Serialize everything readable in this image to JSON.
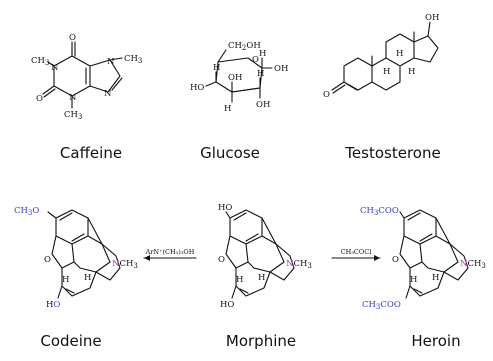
{
  "molecules": [
    {
      "name": "Caffeine"
    },
    {
      "name": "Glucose"
    },
    {
      "name": "Testosterone"
    },
    {
      "name": "Codeine"
    },
    {
      "name": "Morphine"
    },
    {
      "name": "Heroin"
    }
  ],
  "atoms": {
    "CH3": "CH",
    "sub3": "3",
    "N": "N",
    "O": "O",
    "OH": "OH",
    "HO": "HO",
    "H": "H",
    "CH2OH": "CH",
    "CH2OH_sub": "2",
    "CH2OH_tail": "OH",
    "CH3O": "CH",
    "CH3O_tail": "O",
    "acetyl": "CH",
    "acetyl_tail": "COO"
  },
  "reactions": {
    "codeine_morphine": "ArN⁺(CH₃)₃OH",
    "morphine_heroin": "CH₃COCl"
  },
  "colors": {
    "substituent": "#3a3ad6",
    "nitrogen_highlight": "#d02ad0"
  }
}
